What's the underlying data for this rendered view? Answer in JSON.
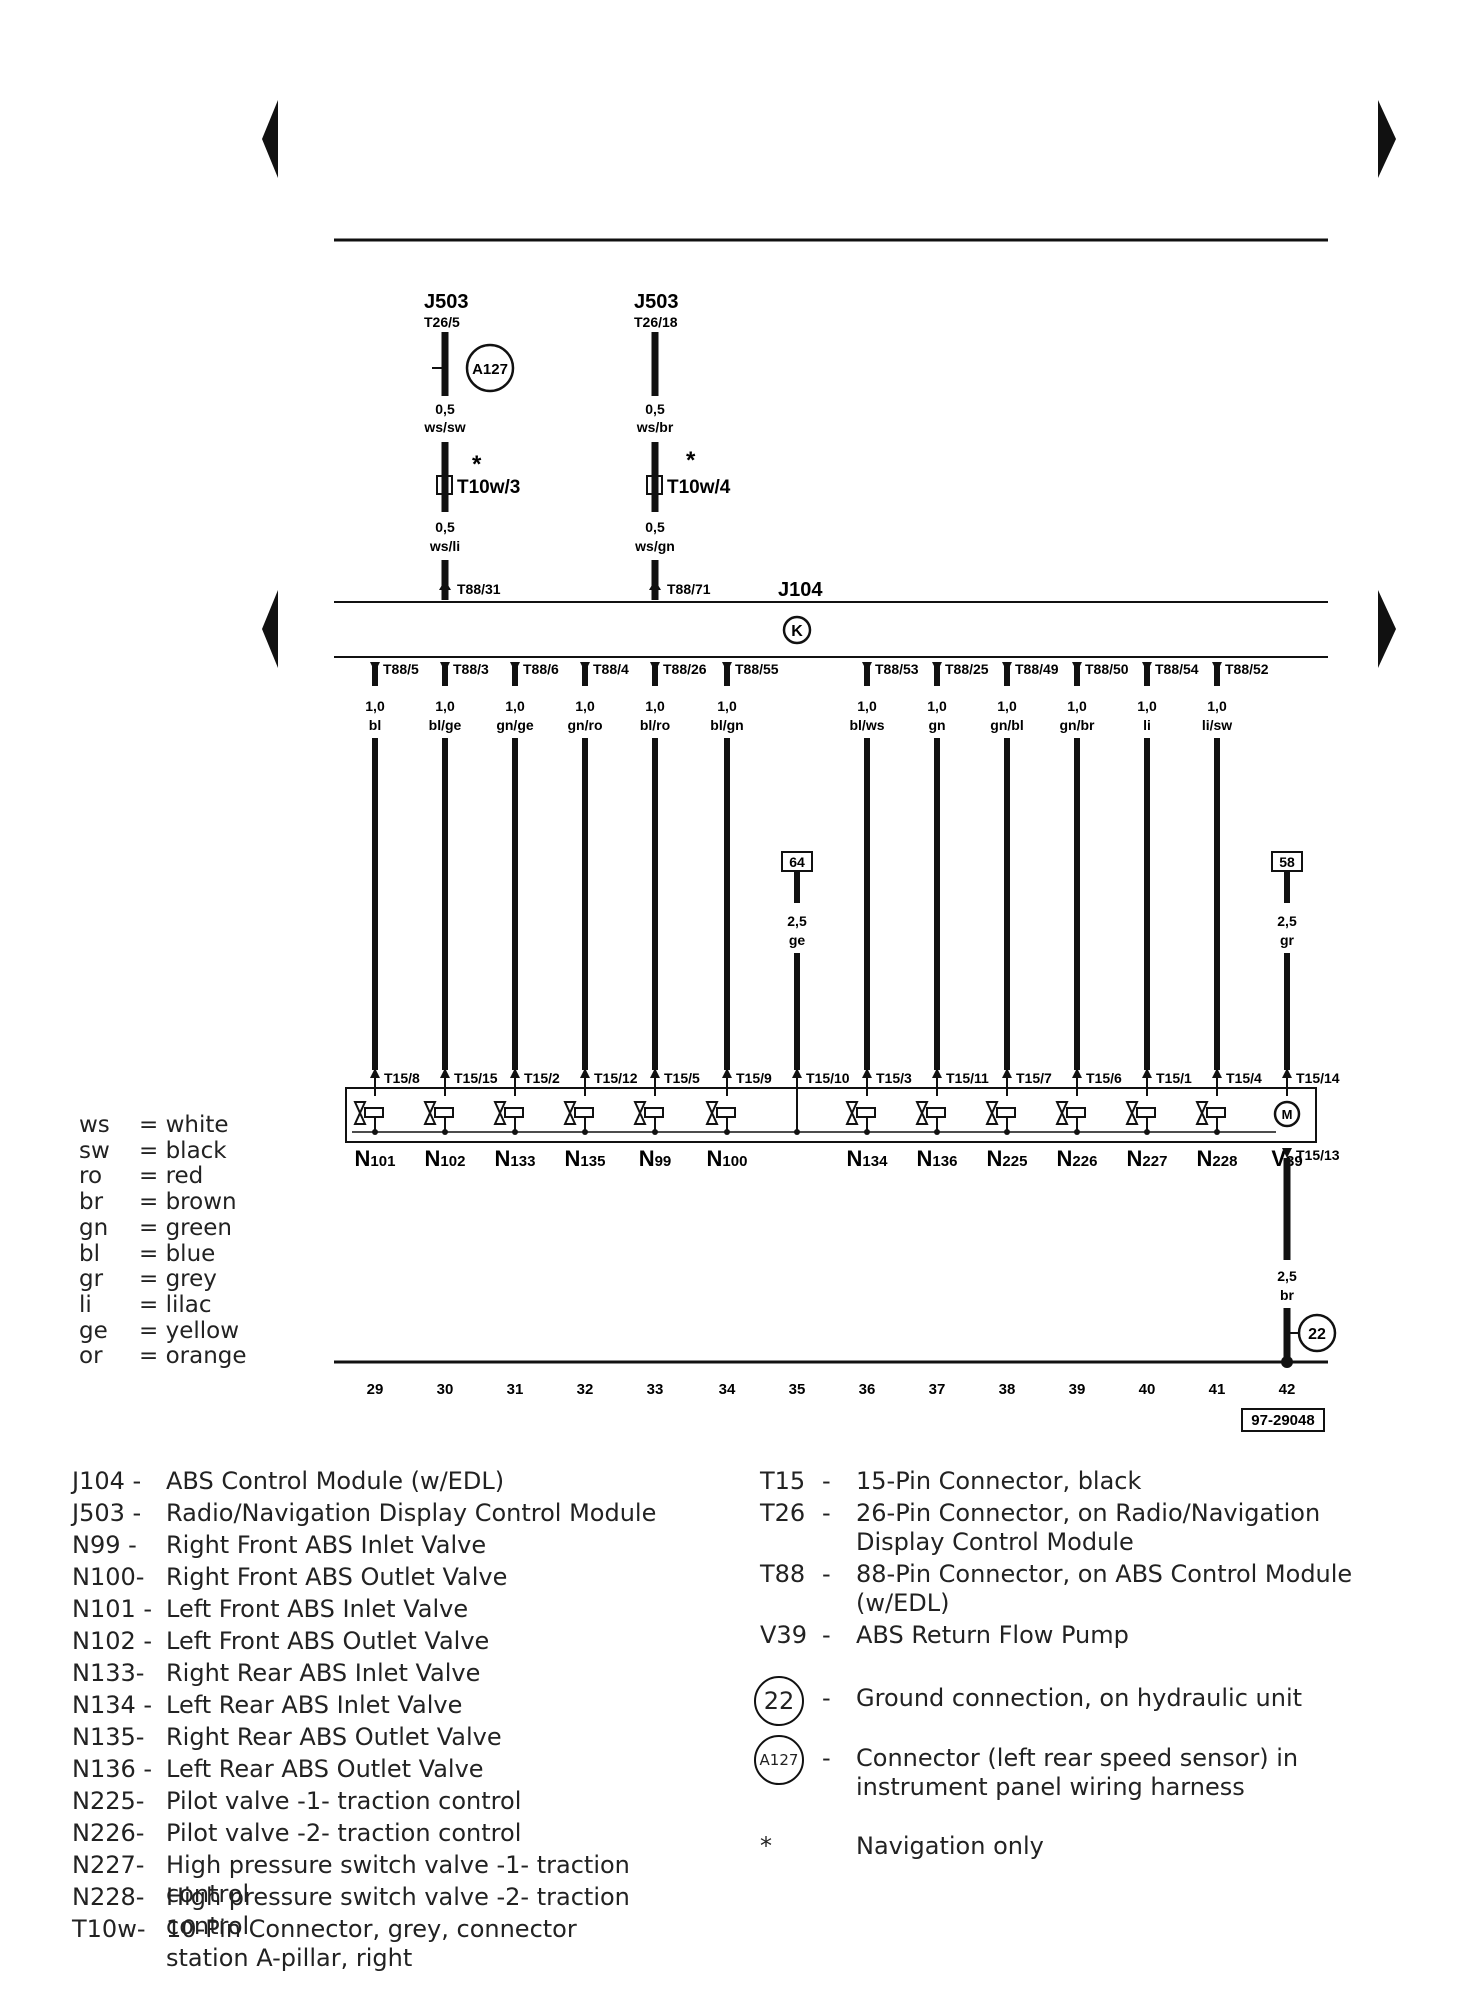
{
  "page": {
    "figure_code": "97-29048"
  },
  "diagram": {
    "top_connectors": [
      {
        "module": "J503",
        "pin": "T26/5",
        "wire_top": {
          "size": "0,5",
          "color": "ws/sw"
        },
        "via_connector": "T10w/3",
        "wire_bottom": {
          "size": "0,5",
          "color": "ws/li"
        },
        "module_pin": "T88/31",
        "marker": "*",
        "badge": "A127"
      },
      {
        "module": "J503",
        "pin": "T26/18",
        "wire_top": {
          "size": "0,5",
          "color": "ws/br"
        },
        "via_connector": "T10w/4",
        "wire_bottom": {
          "size": "0,5",
          "color": "ws/gn"
        },
        "module_pin": "T88/71",
        "marker": "*"
      }
    ],
    "control_module": {
      "label": "J104",
      "symbol": "K"
    },
    "circuits": [
      {
        "track": "29",
        "module_pin": "T88/5",
        "size": "1,0",
        "color": "bl",
        "comp_pin": "T15/8",
        "component": "N101"
      },
      {
        "track": "30",
        "module_pin": "T88/3",
        "size": "1,0",
        "color": "bl/ge",
        "comp_pin": "T15/15",
        "component": "N102"
      },
      {
        "track": "31",
        "module_pin": "T88/6",
        "size": "1,0",
        "color": "gn/ge",
        "comp_pin": "T15/2",
        "component": "N133"
      },
      {
        "track": "32",
        "module_pin": "T88/4",
        "size": "1,0",
        "color": "gn/ro",
        "comp_pin": "T15/12",
        "component": "N135"
      },
      {
        "track": "33",
        "module_pin": "T88/26",
        "size": "1,0",
        "color": "bl/ro",
        "comp_pin": "T15/5",
        "component": "N99"
      },
      {
        "track": "34",
        "module_pin": "T88/55",
        "size": "1,0",
        "color": "bl/gn",
        "comp_pin": "T15/9",
        "component": "N100"
      },
      {
        "track": "35",
        "ref": "64",
        "size": "2,5",
        "color": "ge",
        "comp_pin": "T15/10"
      },
      {
        "track": "36",
        "module_pin": "T88/53",
        "size": "1,0",
        "color": "bl/ws",
        "comp_pin": "T15/3",
        "component": "N134"
      },
      {
        "track": "37",
        "module_pin": "T88/25",
        "size": "1,0",
        "color": "gn",
        "comp_pin": "T15/11",
        "component": "N136"
      },
      {
        "track": "38",
        "module_pin": "T88/49",
        "size": "1,0",
        "color": "gn/bl",
        "comp_pin": "T15/7",
        "component": "N225"
      },
      {
        "track": "39",
        "module_pin": "T88/50",
        "size": "1,0",
        "color": "gn/br",
        "comp_pin": "T15/6",
        "component": "N226"
      },
      {
        "track": "40",
        "module_pin": "T88/54",
        "size": "1,0",
        "color": "li",
        "comp_pin": "T15/1",
        "component": "N227"
      },
      {
        "track": "41",
        "module_pin": "T88/52",
        "size": "1,0",
        "color": "li/sw",
        "comp_pin": "T15/4",
        "component": "N228"
      },
      {
        "track": "42",
        "ref": "58",
        "size": "2,5",
        "color": "gr",
        "comp_pin": "T15/14",
        "component": "V39",
        "ground_pin": "T15/13",
        "ground_size": "2,5",
        "ground_color": "br",
        "ground": "22"
      }
    ]
  },
  "color_key": [
    {
      "code": "ws",
      "name": "white"
    },
    {
      "code": "sw",
      "name": "black"
    },
    {
      "code": "ro",
      "name": "red"
    },
    {
      "code": "br",
      "name": "brown"
    },
    {
      "code": "gn",
      "name": "green"
    },
    {
      "code": "bl",
      "name": "blue"
    },
    {
      "code": "gr",
      "name": "grey"
    },
    {
      "code": "li",
      "name": "lilac"
    },
    {
      "code": "ge",
      "name": "yellow"
    },
    {
      "code": "or",
      "name": "orange"
    }
  ],
  "legend_left": [
    {
      "code": "J104 -",
      "desc": "ABS Control Module (w/EDL)"
    },
    {
      "code": "J503 -",
      "desc": "Radio/Navigation Display Control Module"
    },
    {
      "code": "N99  -",
      "desc": "Right Front ABS Inlet Valve"
    },
    {
      "code": "N100-",
      "desc": "Right Front ABS Outlet Valve"
    },
    {
      "code": "N101 -",
      "desc": "Left Front ABS Inlet Valve"
    },
    {
      "code": "N102 -",
      "desc": "Left Front ABS Outlet Valve"
    },
    {
      "code": "N133-",
      "desc": "Right Rear ABS Inlet Valve"
    },
    {
      "code": "N134 -",
      "desc": "Left Rear ABS Inlet Valve"
    },
    {
      "code": "N135-",
      "desc": "Right Rear ABS Outlet Valve"
    },
    {
      "code": "N136 -",
      "desc": "Left Rear ABS Outlet Valve"
    },
    {
      "code": "N225-",
      "desc": "Pilot valve -1- traction control"
    },
    {
      "code": "N226-",
      "desc": "Pilot valve -2- traction control"
    },
    {
      "code": "N227-",
      "desc": "High pressure switch valve -1- traction control"
    },
    {
      "code": "N228-",
      "desc": "High pressure switch valve -2- traction control"
    },
    {
      "code": "T10w-",
      "desc": "10-Pin Connector, grey, connector station A-pillar, right"
    }
  ],
  "legend_right": [
    {
      "code": "T15",
      "dash": "-",
      "desc": "15-Pin Connector, black"
    },
    {
      "code": "T26",
      "dash": "-",
      "desc": "26-Pin Connector, on Radio/Navigation Display Control Module"
    },
    {
      "code": "T88",
      "dash": "-",
      "desc": "88-Pin Connector, on ABS Control Module (w/EDL)"
    },
    {
      "code": "V39",
      "dash": "-",
      "desc": "ABS Return Flow Pump"
    },
    {
      "code": "22",
      "dash": "-",
      "desc": "Ground connection, on hydraulic unit"
    },
    {
      "code": "A127",
      "dash": "-",
      "desc": "Connector (left rear speed sensor) in instrument panel wiring harness"
    },
    {
      "code": "*",
      "dash": "",
      "desc": "Navigation only"
    }
  ]
}
